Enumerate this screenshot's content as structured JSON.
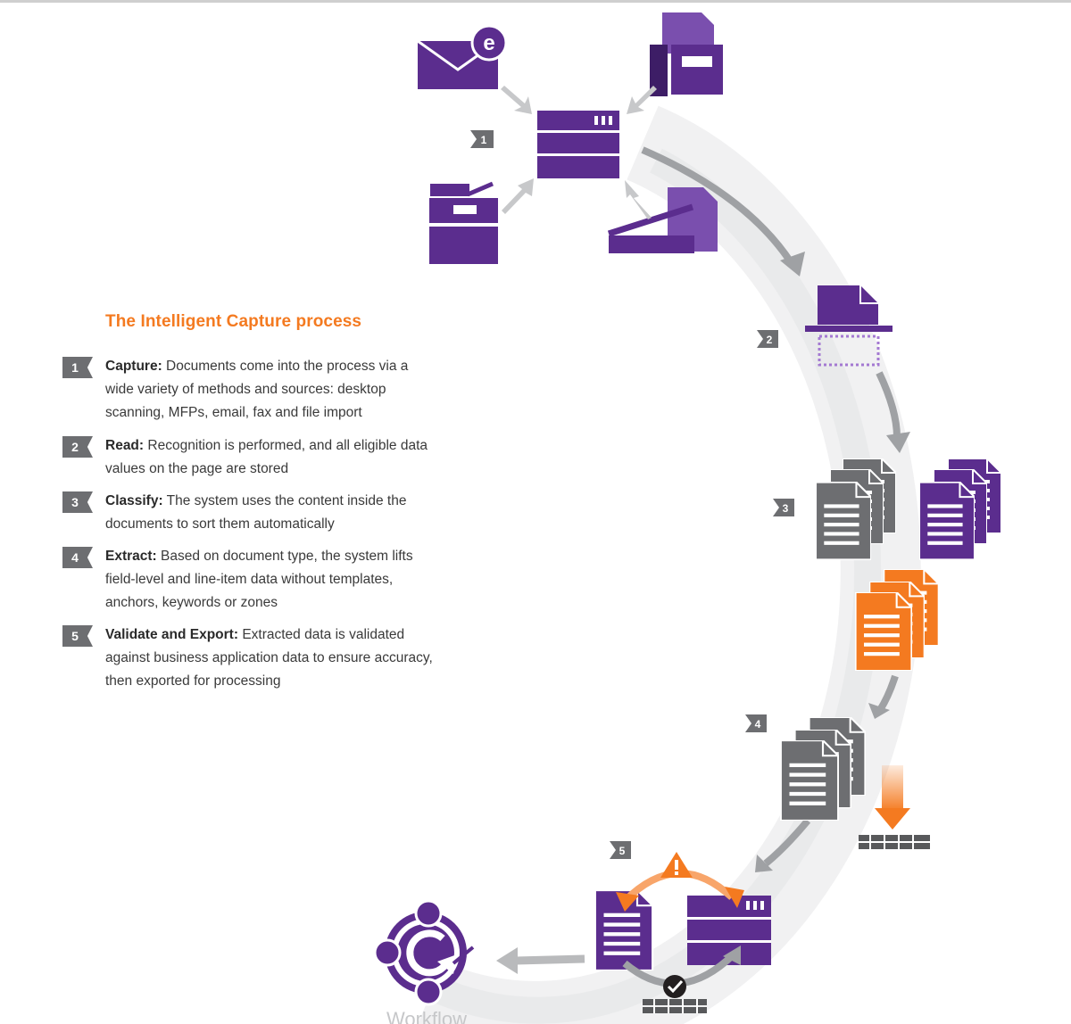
{
  "title": "The Intelligent Capture process",
  "steps": [
    {
      "num": "1",
      "name": "Capture:",
      "text": " Documents come into the process via a wide variety of methods and sources: desktop scanning, MFPs, email, fax and file import"
    },
    {
      "num": "2",
      "name": "Read:",
      "text": " Recognition is performed, and all eligible data values on the page are stored"
    },
    {
      "num": "3",
      "name": "Classify:",
      "text": " The system uses the content inside the documents to sort them automatically"
    },
    {
      "num": "4",
      "name": "Extract:",
      "text": " Based on document type, the system lifts field-level and line-item data without templates, anchors, keywords or zones"
    },
    {
      "num": "5",
      "name": "Validate and Export:",
      "text": " Extracted data is validated against business application data to ensure accuracy, then exported for processing"
    }
  ],
  "diagram_labels": {
    "step1": "1",
    "step2": "2",
    "step3": "3",
    "step4": "4",
    "step5": "5",
    "email_letter": "e",
    "workflow": "Workflow"
  },
  "colors": {
    "purple": "#5b2d8e",
    "purple_light": "#7a4fae",
    "orange": "#f47a20",
    "gray_doc": "#6d6e71",
    "arrow_gray": "#a7a9ac",
    "ring": "#ececec"
  },
  "icons": [
    "email-icon",
    "fax-icon",
    "server-icon",
    "mfp-printer-icon",
    "scanner-icon",
    "recognition-scan-icon",
    "document-stack-icon",
    "warning-icon",
    "check-icon",
    "database-icon",
    "workflow-icon"
  ]
}
